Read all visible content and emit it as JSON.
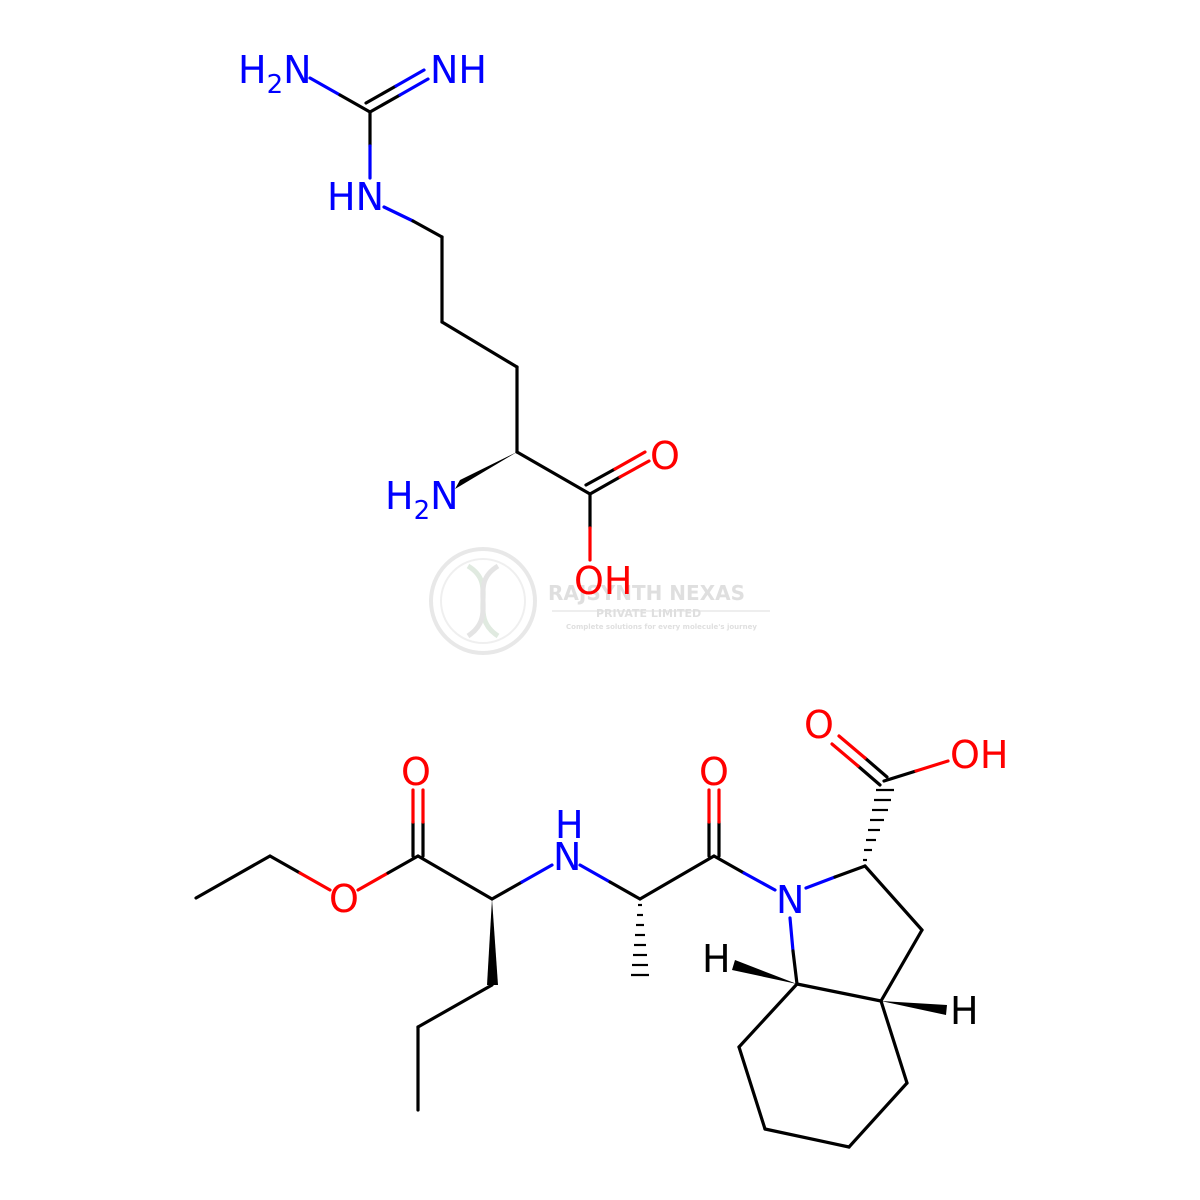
{
  "colors": {
    "bond": "#000000",
    "nitrogen": "#0000ff",
    "oxygen": "#ff0000",
    "watermark": "#dcdcdc"
  },
  "arginine": {
    "labels": {
      "h2n_guanidine": "H",
      "h2n_guanidine_sub": "2",
      "h2n_guanidine_n": "N",
      "imine": "NH",
      "hn": "HN",
      "alpha_amine_h": "H",
      "alpha_amine_sub": "2",
      "alpha_amine_n": "N",
      "carbonyl_o": "O",
      "hydroxyl": "OH"
    }
  },
  "perindopril": {
    "labels": {
      "ester_carbonyl_o": "O",
      "ester_o": "O",
      "amine_h": "H",
      "amine_n": "N",
      "amide_o": "O",
      "ring_n": "N",
      "acid_o": "O",
      "acid_oh": "OH",
      "h_left": "H",
      "h_right": "H"
    }
  },
  "watermark": {
    "company": "RAJSYNTH NEXAS",
    "subtitle": "PRIVATE LIMITED",
    "tagline": "Complete solutions for every molecule's journey",
    "logo": "dna-helix-logo"
  }
}
